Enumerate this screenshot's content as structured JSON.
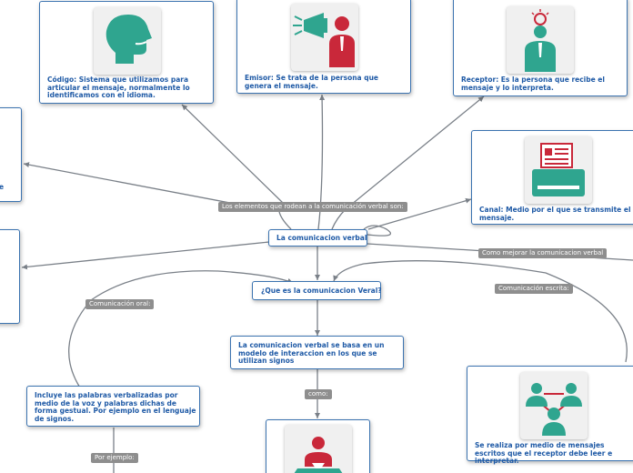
{
  "colors": {
    "node_border": "#3b73b0",
    "node_text": "#1f5aa6",
    "label_bg": "#8e8e8e",
    "link": "#7a8088",
    "icon_teal": "#2fa58f",
    "icon_red": "#c9283a"
  },
  "nodes": {
    "codigo": {
      "text": "Código: Sistema que utilizamos para articular el mensaje, normalmente lo identificamos con el idioma.",
      "icon": "head-speaking-icon"
    },
    "emisor": {
      "text": "Emisor: Se trata de la persona que genera el mensaje.",
      "icon": "megaphone-person-icon"
    },
    "receptor": {
      "text": "Receptor: Es la persona que recibe el mensaje y lo interpreta.",
      "icon": "lightbulb-person-icon"
    },
    "canal": {
      "text": "Canal: Medio por el que se transmite el mensaje.",
      "icon": "printer-icon"
    },
    "left_partial_text": "e",
    "central": {
      "text": "La comunicacion verbal"
    },
    "question": {
      "text": "¿Que es la comunicacion Veral?"
    },
    "definition": {
      "text": "La comunicacion verbal se basa en un modelo de interaccion en los que se utilizan signos"
    },
    "oral_desc": {
      "text": "Incluye las palabras verbalizadas por medio de la voz y palabras dichas de forma gestual. Por ejemplo en el lenguaje de signos."
    },
    "written_desc": {
      "text": "Se realiza por medio de mensajes escritos que el receptor debe leer e interpretar.",
      "icon": "team-network-icon"
    },
    "example": {
      "icon": "person-desk-icon"
    }
  },
  "labels": {
    "elements": "Los elementos que rodean a la comunicación verbal son:",
    "improve": "Como mejorar la comunicacion verbal",
    "oral": "Comunicación oral:",
    "written": "Comunicación escrita:",
    "como": "como:",
    "por_ejemplo": "Por ejemplo:"
  }
}
